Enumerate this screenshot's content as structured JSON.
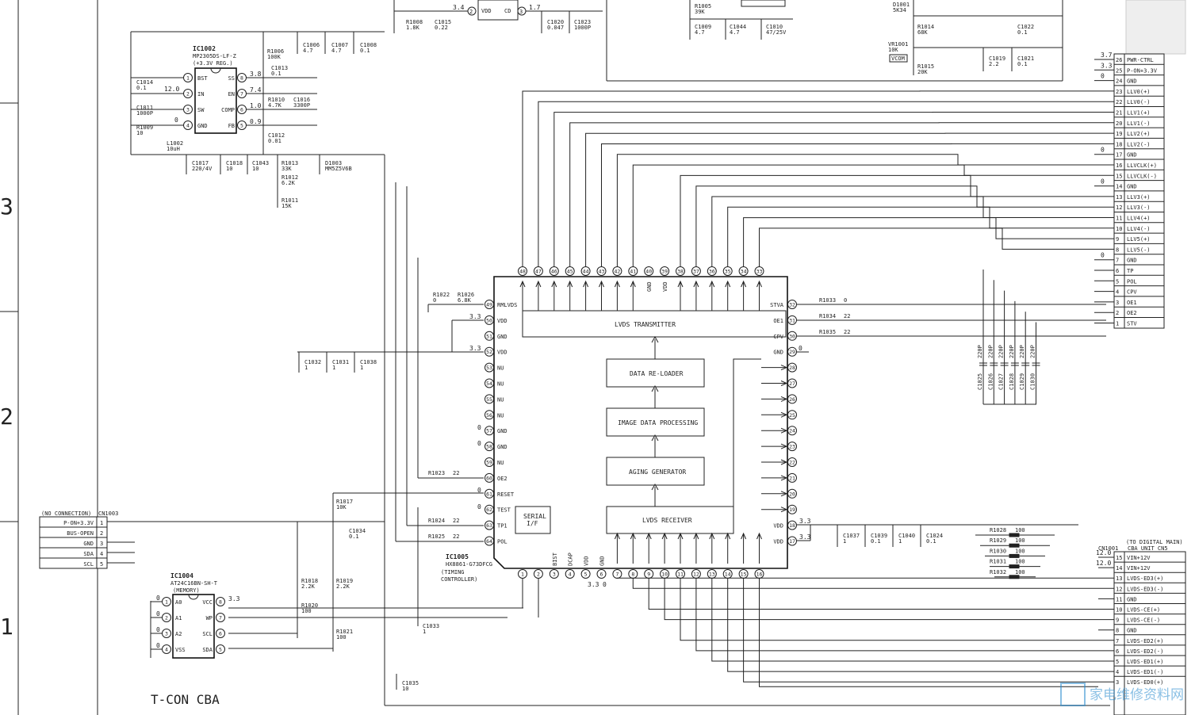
{
  "title": "T-CON CBA",
  "ruler_marks": [
    "3",
    "2",
    "1"
  ],
  "ic_tcon": {
    "ref": "IC1005",
    "part": "HX8861-G73DFCG",
    "desc_line1": "(TIMING",
    "desc_line2": "CONTROLLER)",
    "blocks": {
      "lvds_tx": "LVDS TRANSMITTER",
      "reloader": "DATA RE-LOADER",
      "imgproc": "IMAGE DATA PROCESSING",
      "aging": "AGING GENERATOR",
      "lvds_rx": "LVDS RECEIVER",
      "serial_1": "SERIAL",
      "serial_2": "I/F"
    },
    "left_pins": [
      {
        "n": "49",
        "name": "RMLVDS"
      },
      {
        "n": "50",
        "name": "VDD"
      },
      {
        "n": "51",
        "name": "GND"
      },
      {
        "n": "52",
        "name": "VDD"
      },
      {
        "n": "53",
        "name": "NU"
      },
      {
        "n": "54",
        "name": "NU"
      },
      {
        "n": "55",
        "name": "NU"
      },
      {
        "n": "56",
        "name": "NU"
      },
      {
        "n": "57",
        "name": "GND"
      },
      {
        "n": "58",
        "name": "GND"
      },
      {
        "n": "59",
        "name": "NU"
      },
      {
        "n": "60",
        "name": "OE2"
      },
      {
        "n": "61",
        "name": "RESET"
      },
      {
        "n": "62",
        "name": "TEST"
      },
      {
        "n": "63",
        "name": "TP1"
      },
      {
        "n": "64",
        "name": "POL"
      }
    ],
    "right_pins": [
      {
        "n": "32",
        "name": "STVA"
      },
      {
        "n": "31",
        "name": "OE1"
      },
      {
        "n": "30",
        "name": "CPV"
      },
      {
        "n": "29",
        "name": "GND"
      },
      {
        "n": "28",
        "name": ""
      },
      {
        "n": "27",
        "name": ""
      },
      {
        "n": "26",
        "name": ""
      },
      {
        "n": "25",
        "name": ""
      },
      {
        "n": "24",
        "name": ""
      },
      {
        "n": "23",
        "name": ""
      },
      {
        "n": "22",
        "name": ""
      },
      {
        "n": "21",
        "name": ""
      },
      {
        "n": "20",
        "name": ""
      },
      {
        "n": "19",
        "name": ""
      },
      {
        "n": "18",
        "name": "VDD"
      },
      {
        "n": "17",
        "name": "VDD"
      }
    ],
    "top_pins": [
      "48",
      "47",
      "46",
      "45",
      "44",
      "43",
      "42",
      "41",
      "40",
      "39",
      "38",
      "37",
      "36",
      "35",
      "34",
      "33"
    ],
    "top_pin_names": {
      "40": "GND",
      "39": "VDD"
    },
    "bottom_pins": [
      "1",
      "2",
      "3",
      "4",
      "5",
      "6",
      "7",
      "8",
      "9",
      "10",
      "11",
      "12",
      "13",
      "14",
      "15",
      "16"
    ],
    "bottom_pin_names": {
      "3": "BIST",
      "4": "DCAP",
      "5": "VDD",
      "6": "GND"
    }
  },
  "ic_reg": {
    "ref": "IC1002",
    "part": "MP2305DS-LF-Z",
    "desc": "(+3.3V REG.)",
    "pins_left": [
      {
        "n": "1",
        "name": "BST"
      },
      {
        "n": "2",
        "name": "IN"
      },
      {
        "n": "3",
        "name": "SW"
      },
      {
        "n": "4",
        "name": "GND"
      }
    ],
    "pins_right": [
      {
        "n": "8",
        "name": "SS"
      },
      {
        "n": "7",
        "name": "EN"
      },
      {
        "n": "6",
        "name": "COMP"
      },
      {
        "n": "5",
        "name": "FB"
      }
    ]
  },
  "ic_mem": {
    "ref": "IC1004",
    "part": "AT24C16BN-SH-T",
    "desc": "(MEMORY)",
    "pins_left": [
      {
        "n": "1",
        "name": "A0"
      },
      {
        "n": "2",
        "name": "A1"
      },
      {
        "n": "3",
        "name": "A2"
      },
      {
        "n": "4",
        "name": "VSS"
      }
    ],
    "pins_right": [
      {
        "n": "8",
        "name": "VCC"
      },
      {
        "n": "7",
        "name": "WP"
      },
      {
        "n": "6",
        "name": "SCL"
      },
      {
        "n": "5",
        "name": "SDA"
      }
    ]
  },
  "cn1003": {
    "header_left": "(NO CONNECTION)",
    "header_right": "CN1003",
    "rows": [
      {
        "name": "P-ON+3.3V",
        "n": "1"
      },
      {
        "name": "BUS-OPEN",
        "n": "2"
      },
      {
        "name": "GND",
        "n": "3"
      },
      {
        "name": "SDA",
        "n": "4"
      },
      {
        "name": "SCL",
        "n": "5"
      }
    ]
  },
  "cn_panel": {
    "rows": [
      {
        "n": "26",
        "name": "PWR-CTRL",
        "v": "3.7"
      },
      {
        "n": "25",
        "name": "P-ON+3.3V",
        "v": "3.3"
      },
      {
        "n": "24",
        "name": "GND",
        "v": "0"
      },
      {
        "n": "23",
        "name": "LLV0(+)",
        "v": ""
      },
      {
        "n": "22",
        "name": "LLV0(-)",
        "v": ""
      },
      {
        "n": "21",
        "name": "LLV1(+)",
        "v": ""
      },
      {
        "n": "20",
        "name": "LLV1(-)",
        "v": ""
      },
      {
        "n": "19",
        "name": "LLV2(+)",
        "v": ""
      },
      {
        "n": "18",
        "name": "LLV2(-)",
        "v": ""
      },
      {
        "n": "17",
        "name": "GND",
        "v": "0"
      },
      {
        "n": "16",
        "name": "LLVCLK(+)",
        "v": ""
      },
      {
        "n": "15",
        "name": "LLVCLK(-)",
        "v": ""
      },
      {
        "n": "14",
        "name": "GND",
        "v": "0"
      },
      {
        "n": "13",
        "name": "LLV3(+)",
        "v": ""
      },
      {
        "n": "12",
        "name": "LLV3(-)",
        "v": ""
      },
      {
        "n": "11",
        "name": "LLV4(+)",
        "v": ""
      },
      {
        "n": "10",
        "name": "LLV4(-)",
        "v": ""
      },
      {
        "n": "9",
        "name": "LLV5(+)",
        "v": ""
      },
      {
        "n": "8",
        "name": "LLV5(-)",
        "v": ""
      },
      {
        "n": "7",
        "name": "GND",
        "v": "0"
      },
      {
        "n": "6",
        "name": "TP",
        "v": ""
      },
      {
        "n": "5",
        "name": "POL",
        "v": ""
      },
      {
        "n": "4",
        "name": "CPV",
        "v": ""
      },
      {
        "n": "3",
        "name": "OE1",
        "v": ""
      },
      {
        "n": "2",
        "name": "OE2",
        "v": ""
      },
      {
        "n": "1",
        "name": "STV",
        "v": ""
      }
    ]
  },
  "cn1001": {
    "ref": "CN1001",
    "note_line1": "(TO DIGITAL MAIN)",
    "note_line2": "CBA UNIT CN5",
    "rows": [
      {
        "n": "15",
        "name": "VIN+12V",
        "v": "12.0"
      },
      {
        "n": "14",
        "name": "VIN+12V",
        "v": "12.0"
      },
      {
        "n": "13",
        "name": "LVDS-ED3(+)",
        "v": ""
      },
      {
        "n": "12",
        "name": "LVDS-ED3(-)",
        "v": ""
      },
      {
        "n": "11",
        "name": "GND",
        "v": ""
      },
      {
        "n": "10",
        "name": "LVDS-CE(+)",
        "v": ""
      },
      {
        "n": "9",
        "name": "LVDS-CE(-)",
        "v": ""
      },
      {
        "n": "8",
        "name": "GND",
        "v": ""
      },
      {
        "n": "7",
        "name": "LVDS-ED2(+)",
        "v": ""
      },
      {
        "n": "6",
        "name": "LVDS-ED2(-)",
        "v": ""
      },
      {
        "n": "5",
        "name": "LVDS-ED1(+)",
        "v": ""
      },
      {
        "n": "4",
        "name": "LVDS-ED1(-)",
        "v": ""
      },
      {
        "n": "3",
        "name": "LVDS-ED0(+)",
        "v": ""
      }
    ]
  },
  "labels": {
    "r1005": "R1005",
    "r1005v": "39K",
    "r1008": "R1008",
    "r1008v": "1.8K",
    "c1015": "C1015",
    "c1015v": "0.22",
    "c1020": "C1020",
    "c1020v": "0.047",
    "c1023": "C1023",
    "c1023v": "1000P",
    "c1009": "C1009",
    "c1009v": "4.7",
    "c1044": "C1044",
    "c1044v": "4.7",
    "c1010": "C1010",
    "c1010v": "47/25V",
    "d1001": "D1001",
    "d1001v": "5K34",
    "r1014": "R1014",
    "r1014v": "68K",
    "c1022": "C1022",
    "c1022v": "0.1",
    "vr1001": "VR1001",
    "vr1001v": "10K",
    "vcom": "VCOM",
    "c1019": "C1019",
    "c1019v": "2.2",
    "c1021": "C1021",
    "c1021v": "0.1",
    "r1015": "R1015",
    "r1015v": "20K",
    "vdd_tag": "VDD",
    "cd_tag": "CD",
    "v34": "3.4",
    "v17": "1.7",
    "r1006": "R1006",
    "r1006v": "100K",
    "c1006": "C1006",
    "c1006v": "4.7",
    "c1007": "C1007",
    "c1007v": "4.7",
    "c1008": "C1008",
    "c1008v": "0.1",
    "c1013": "C1013",
    "c1013v": "0.1",
    "c1014": "C1014",
    "c1014v": "0.1",
    "c1011": "C1011",
    "c1011v": "1000P",
    "r1009": "R1009",
    "r1009v": "10",
    "r1010": "R1010",
    "r1010v": "4.7K",
    "c1016": "C1016",
    "c1016v": "3300P",
    "c1012": "C1012",
    "c1012v": "0.01",
    "l1002": "L1002",
    "l1002v": "10uH",
    "c1017": "C1017",
    "c1017v": "220/4V",
    "c1018": "C1018",
    "c1018v": "10",
    "c1043": "C1043",
    "c1043v": "10",
    "r1013": "R1013",
    "r1013v": "33K",
    "r1012": "R1012",
    "r1012v": "6.2K",
    "r1011": "R1011",
    "r1011v": "15K",
    "d1003": "D1003",
    "d1003v": "MM5Z5V6B",
    "v120": "12.0",
    "v38": "3.8",
    "v74": "7.4",
    "v10": "1.0",
    "v09": "0.9",
    "r1022": "R1022",
    "r1022v": "0",
    "r1026": "R1026",
    "r1026v": "6.8K",
    "v33": "3.3",
    "v0": "0",
    "c1032": "C1032",
    "c1032v": "1",
    "c1031": "C1031",
    "c1031v": "1",
    "c1038": "C1038",
    "c1038v": "1",
    "r1023": "R1023",
    "r1023v": "22",
    "r1024": "R1024",
    "r1024v": "22",
    "r1025": "R1025",
    "r1025v": "22",
    "r1017": "R1017",
    "r1017v": "10K",
    "c1034": "C1034",
    "c1034v": "0.1",
    "r1018": "R1018",
    "r1018v": "2.2K",
    "r1019": "R1019",
    "r1019v": "2.2K",
    "r1020": "R1020",
    "r1020v": "100",
    "r1021": "R1021",
    "r1021v": "100",
    "c1033": "C1033",
    "c1033v": "1",
    "c1035": "C1035",
    "c1035v": "10",
    "r1033": "R1033",
    "r1033v": "0",
    "r1034": "R1034",
    "r1034v": "22",
    "r1035": "R1035",
    "r1035v": "22",
    "c1025": "C1025",
    "c1026": "C1026",
    "c1027": "C1027",
    "c1028": "C1028",
    "c1029": "C1029",
    "c1030": "C1030",
    "cap220p": "220P",
    "c1037": "C1037",
    "c1037v": "1",
    "c1039": "C1039",
    "c1039v": "0.1",
    "c1040": "C1040",
    "c1040v": "1",
    "c1024": "C1024",
    "c1024v": "0.1",
    "r1028": "R1028",
    "r1029": "R1029",
    "r1030": "R1030",
    "r1031": "R1031",
    "r1032": "R1032",
    "r100": "100"
  }
}
